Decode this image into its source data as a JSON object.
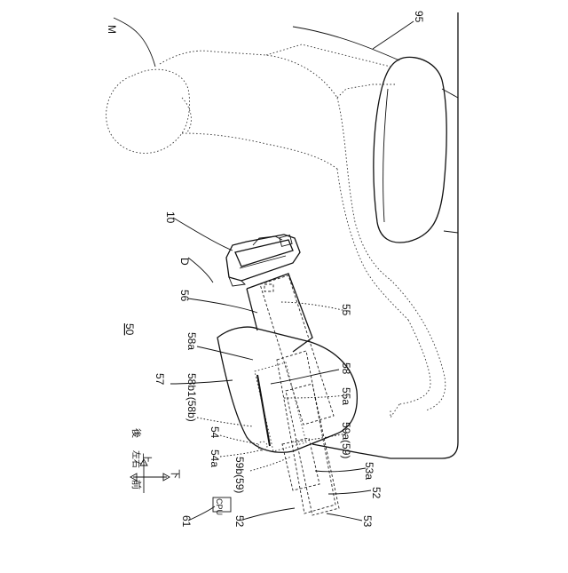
{
  "labels": {
    "M": "M",
    "n95": "95",
    "n10": "10",
    "D": "D",
    "n56": "56",
    "n55": "55",
    "n50": "50",
    "n58a": "58a",
    "n57": "57",
    "n58": "58",
    "n55a": "55a",
    "n58b1": "58b1(58b)",
    "n54": "54",
    "n59a": "59a(59)",
    "n54a": "54a",
    "n59b": "59b(59)",
    "n53a": "53a",
    "n52a": "52",
    "n52b": "52",
    "n53": "53",
    "n61": "61",
    "cpu": "CPU"
  },
  "compass": {
    "up": "上",
    "down": "下",
    "front": "前",
    "back": "後",
    "left_right": "左右"
  }
}
